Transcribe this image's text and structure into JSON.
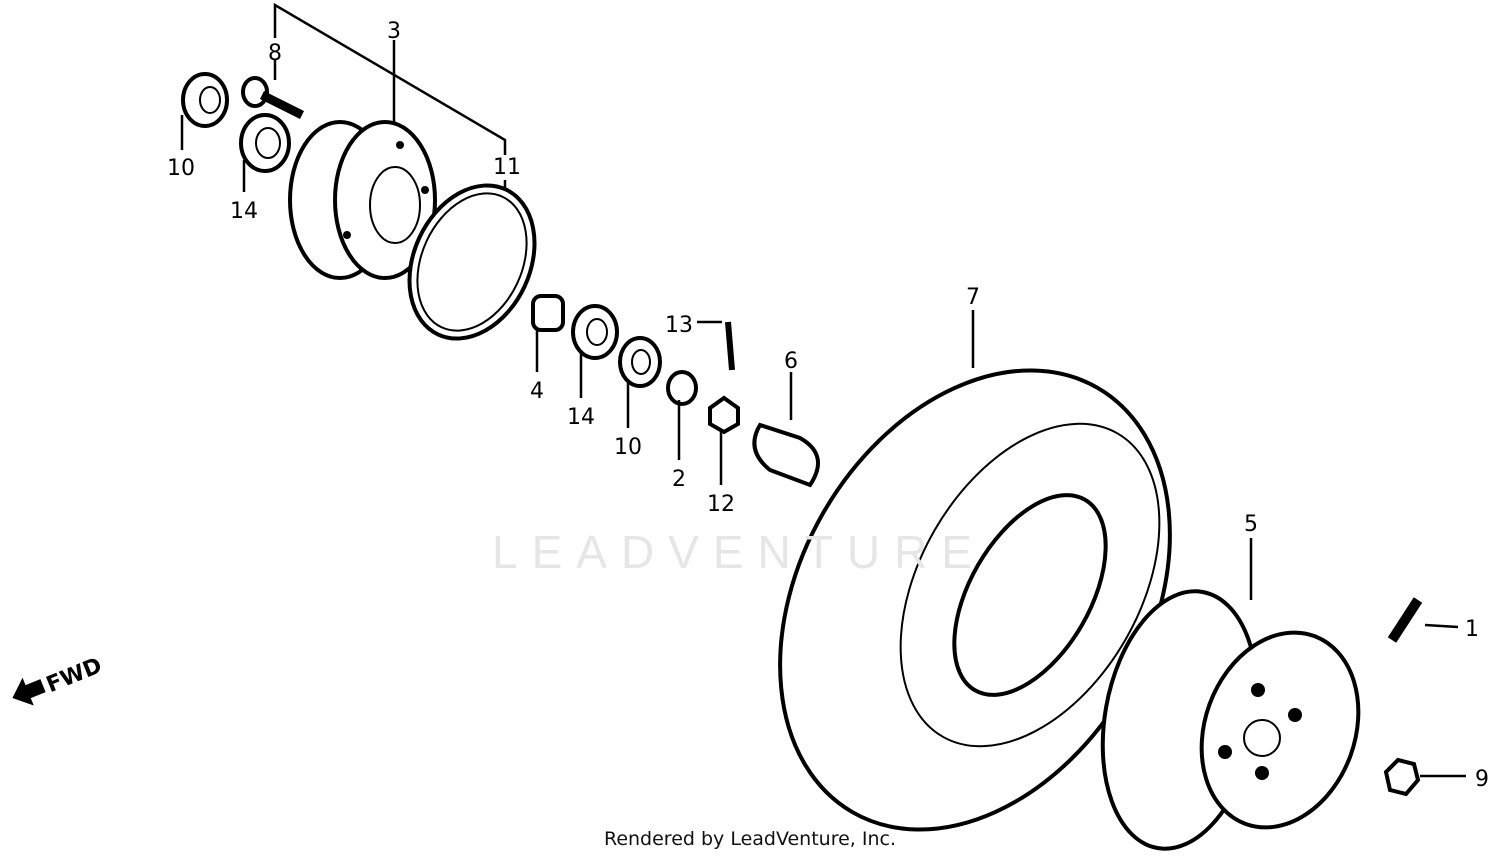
{
  "watermark": "LEADVENTURE",
  "direction_label": "FWD",
  "footer": "Rendered by LeadVenture, Inc.",
  "callouts": [
    {
      "id": "c8",
      "label": "8"
    },
    {
      "id": "c3",
      "label": "3"
    },
    {
      "id": "c10a",
      "label": "10"
    },
    {
      "id": "c14a",
      "label": "14"
    },
    {
      "id": "c11",
      "label": "11"
    },
    {
      "id": "c4",
      "label": "4"
    },
    {
      "id": "c14b",
      "label": "14"
    },
    {
      "id": "c10b",
      "label": "10"
    },
    {
      "id": "c13",
      "label": "13"
    },
    {
      "id": "c2",
      "label": "2"
    },
    {
      "id": "c12",
      "label": "12"
    },
    {
      "id": "c6",
      "label": "6"
    },
    {
      "id": "c7",
      "label": "7"
    },
    {
      "id": "c5",
      "label": "5"
    },
    {
      "id": "c1",
      "label": "1"
    },
    {
      "id": "c9",
      "label": "9"
    }
  ]
}
